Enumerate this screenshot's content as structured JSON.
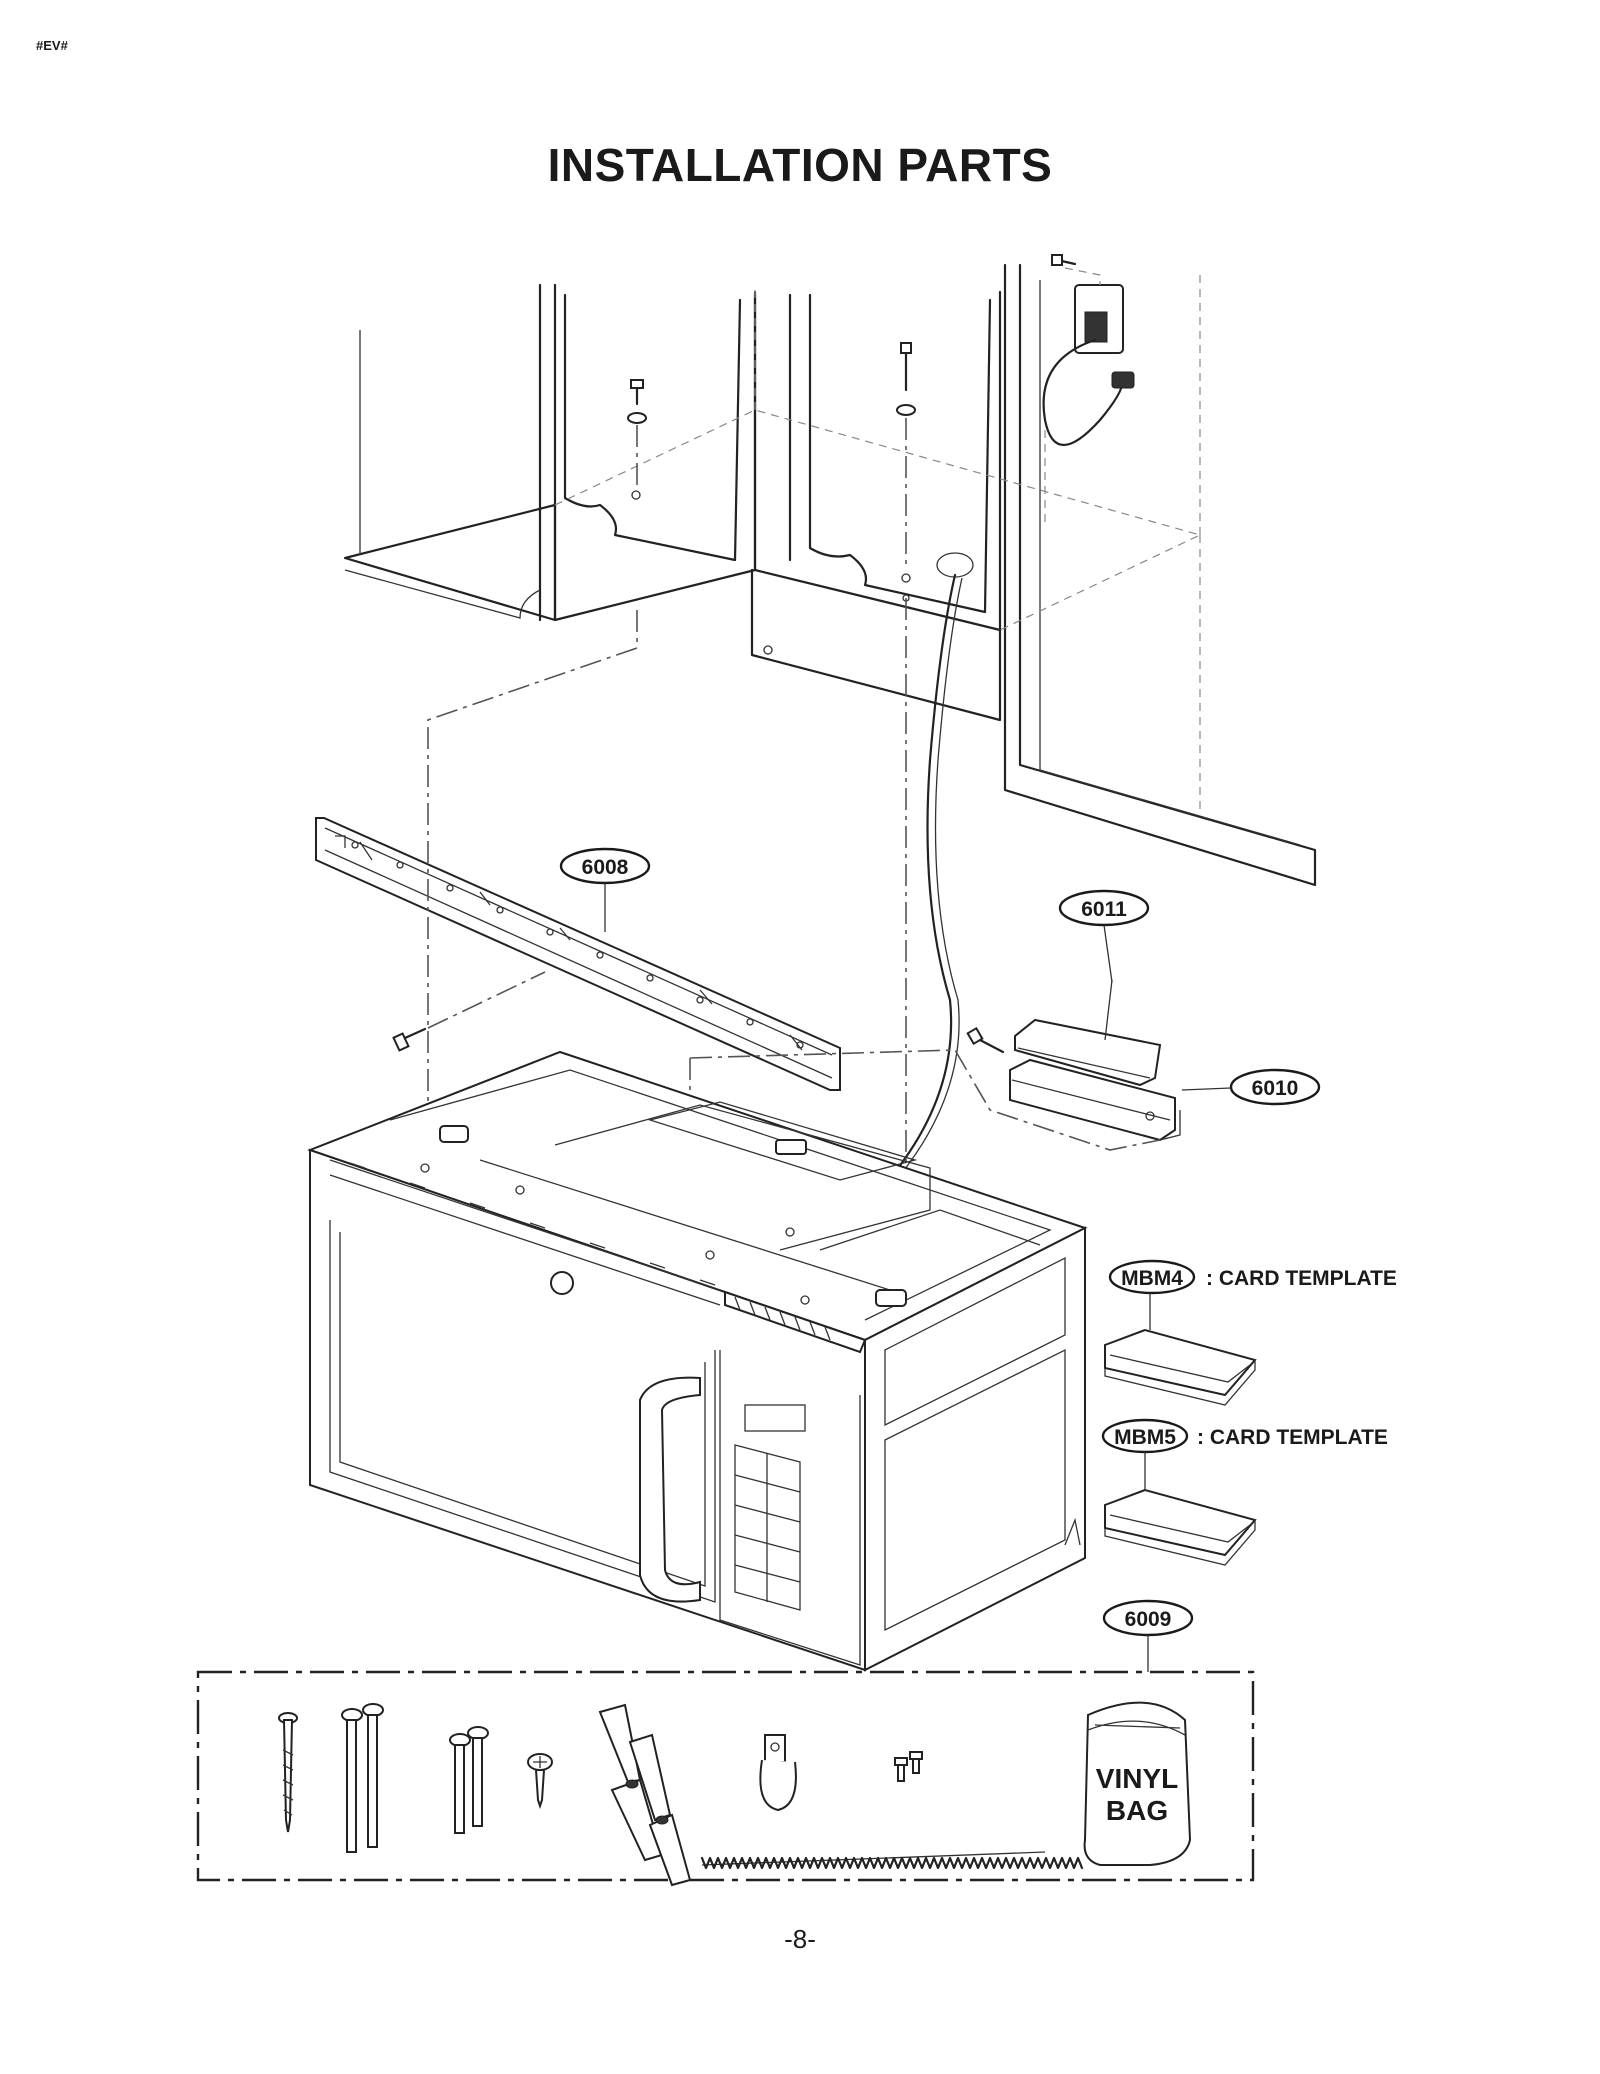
{
  "header": {
    "code": "#EV#",
    "title": "INSTALLATION PARTS"
  },
  "callouts": {
    "p6008": "6008",
    "p6011": "6011",
    "p6010": "6010",
    "mbm4": {
      "code": "MBM4",
      "desc": ": CARD TEMPLATE"
    },
    "mbm5": {
      "code": "MBM5",
      "desc": ": CARD TEMPLATE"
    },
    "p6009": "6009"
  },
  "kit": {
    "bag_line1": "VINYL",
    "bag_line2": "BAG"
  },
  "footer": {
    "page": "-8-"
  }
}
